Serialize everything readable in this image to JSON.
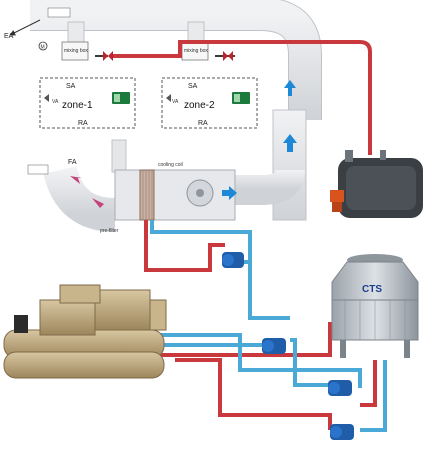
{
  "labels": {
    "ea": "EA",
    "motor": "M",
    "sa1": "SA",
    "sa2": "SA",
    "mixing1": "mixing box",
    "mixing2": "mixing box",
    "zone1": "zone-1",
    "zone2": "zone-2",
    "va1": "VA",
    "va2": "VA",
    "ra1": "RA",
    "ra2": "RA",
    "fa": "FA",
    "cooling_coil": "cooling coil",
    "pre_filter": "pre-filter",
    "tower_brand": "CTS"
  },
  "colors": {
    "hot_water": "#c8383d",
    "chilled_water": "#4aa9d6",
    "duct": "#dfe1e4",
    "arrow_blue": "#1e88d8",
    "pump": "#1f5da8",
    "boiler": "#3a3f44",
    "boiler_burner": "#d8541c",
    "chiller": "#b9a27a",
    "tower": "#b5bcc3",
    "valve": "#c0222a"
  },
  "icons": {
    "air_flow": "arrow-up-icon",
    "air_in": "arrow-right-icon",
    "valve": "butterfly-valve-icon",
    "pump": "pump-icon",
    "fan": "fan-icon",
    "motor": "motor-icon"
  }
}
